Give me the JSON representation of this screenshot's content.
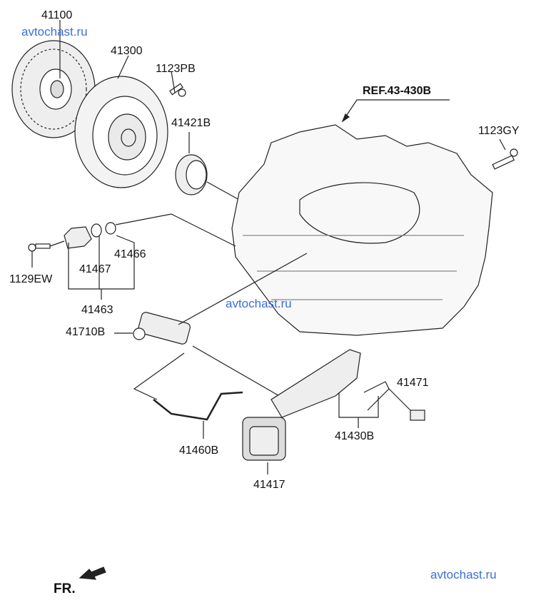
{
  "watermark": "avtochast.ru",
  "watermark_color": "#3b6fd6",
  "labels": {
    "clutch_disc": "41100",
    "pressure_plate": "41300",
    "bolt_1123pb": "1123PB",
    "reference": "REF.43-430B",
    "release_bearing": "41421B",
    "bolt_1123gy": "1123GY",
    "part_41466": "41466",
    "part_41467": "41467",
    "bolt_1129ew": "1129EW",
    "part_41463": "41463",
    "release_cylinder": "41710B",
    "part_41471": "41471",
    "release_fork": "41430B",
    "clutch_tube": "41460B",
    "boot": "41417",
    "front_indicator": "FR."
  }
}
